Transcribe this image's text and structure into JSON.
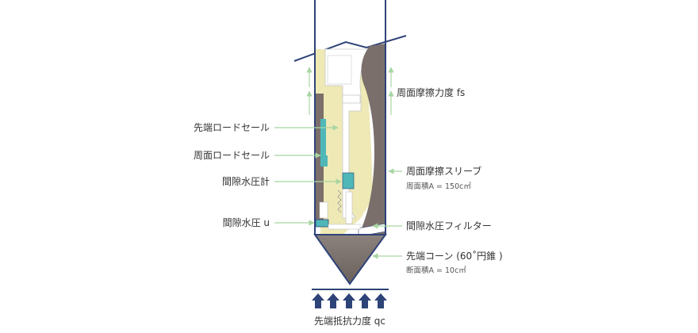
{
  "labels": {
    "tip_load_cell": "先端ロードセール",
    "friction_load_cell": "周面ロードセール",
    "pore_pressure_gauge": "間隙水圧計",
    "pore_pressure_u": "間隙水圧 u",
    "side_friction_fs": "周面摩擦力度 fs",
    "friction_sleeve": "周面摩擦スリーブ",
    "sleeve_area": "周面積A = 150c㎡",
    "filter": "間隙水圧フィルター",
    "tip_cone": "先端コーン (60˚円錐 )",
    "cone_area": "断面積A = 10c㎡",
    "tip_resistance_qc": "先端抵抗力度 qc"
  },
  "colors": {
    "outline": "#2e4378",
    "sleeve": "#7a6f6b",
    "load_cell_body": "#eee9b5",
    "sensor": "#4fb7b7",
    "cone": "#7a6f6b",
    "arrow_green": "#a8d5a2",
    "arrow_navy": "#2e4378"
  }
}
